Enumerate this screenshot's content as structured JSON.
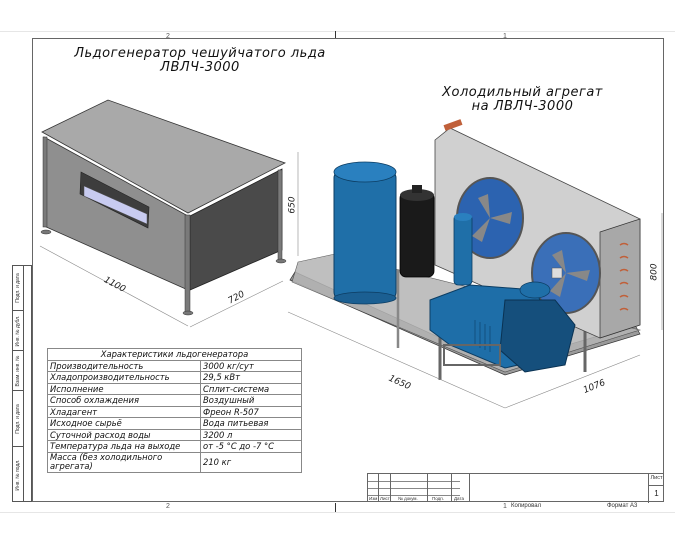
{
  "sheet": {
    "zone_labels_top": [
      "2",
      "1"
    ],
    "zone_labels_bottom": [
      "2",
      "1"
    ]
  },
  "titles": {
    "ice_generator_line1": "Льдогенератор чешуйчатого льда",
    "ice_generator_line2": "ЛВЛЧ-3000",
    "refrigeration_unit_line1": "Холодильный агрегат",
    "refrigeration_unit_line2": "на ЛВЛЧ-3000"
  },
  "dimensions": {
    "ice_generator": {
      "length": "1100",
      "width": "720",
      "height": "650"
    },
    "refrigeration_unit": {
      "length": "1650",
      "width": "1076",
      "height": "800"
    }
  },
  "spec_table": {
    "header": "Характеристики льдогенератора",
    "rows": [
      {
        "key": "Производительность",
        "value": "3000 кг/сут"
      },
      {
        "key": "Хладопроизводительность",
        "value": "29,5 кВт"
      },
      {
        "key": "Исполнение",
        "value": "Сплит-система"
      },
      {
        "key": "Способ охлаждения",
        "value": "Воздушный"
      },
      {
        "key": "Хладагент",
        "value": "Фреон R-507"
      },
      {
        "key": "Исходное сырьё",
        "value": "Вода питьевая"
      },
      {
        "key": "Суточной расход воды",
        "value": "3200 л"
      },
      {
        "key": "Температура льда на выходе",
        "value": "от -5 °С до -7 °С"
      },
      {
        "key": "Масса (без холодильного агрегата)",
        "value": "210 кг"
      }
    ]
  },
  "side_strip": [
    "Инв. № подл.",
    "Подп. и дата",
    "Взам. инв. №",
    "Инв. № дубл.",
    "Подп. и дата"
  ],
  "title_block": {
    "columns": [
      "Изм",
      "Лист",
      "№ докум.",
      "Подп.",
      "Дата"
    ],
    "sheet_label": "Лист",
    "sheet_number": "1"
  },
  "footer": {
    "copied": "Копировал",
    "format": "Формат А3"
  },
  "colors": {
    "equipment_blue": "#1f6fa8",
    "frame_gray": "#9a9a9a",
    "copper": "#c0603a"
  }
}
